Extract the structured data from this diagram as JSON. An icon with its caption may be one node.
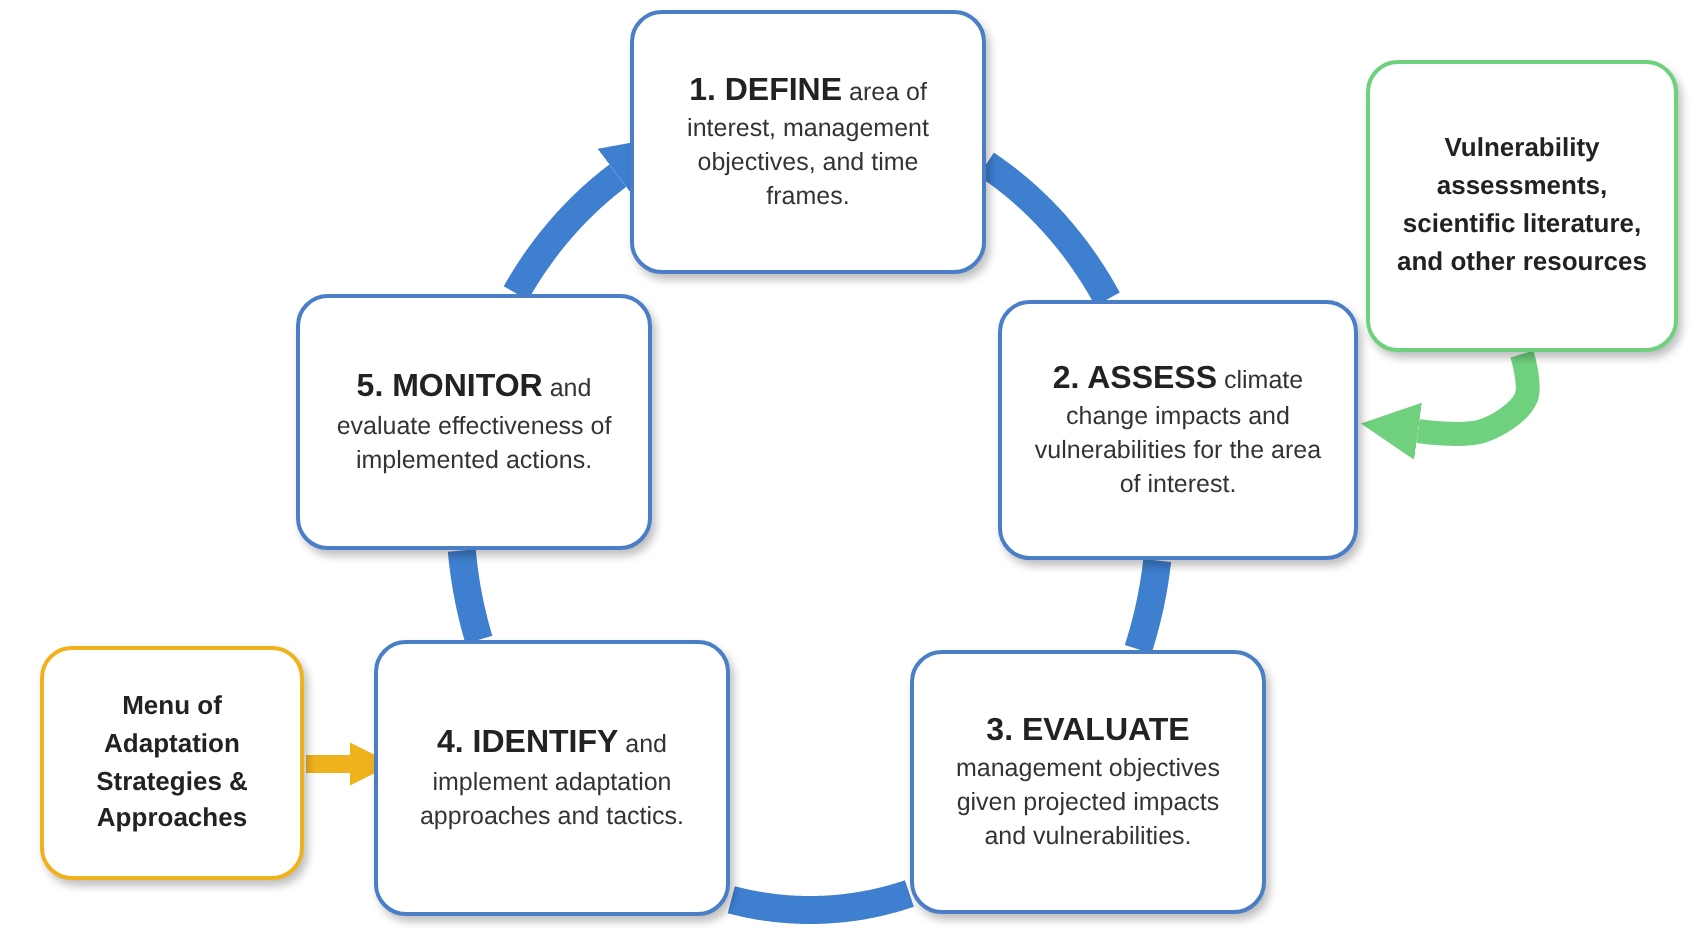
{
  "diagram": {
    "nodes": [
      {
        "text": [
          "**1. DEFINE** area of interest, management objectives, and time frames."
        ]
      },
      {
        "text": [
          "**2. ASSESS** climate change impacts and vulnerabilities for the area of interest."
        ]
      },
      {
        "text": [
          "**3. EVALUATE** management objectives given projected impacts and vulnerabilities."
        ]
      },
      {
        "text": [
          "**4. IDENTIFY** and implement adaptation approaches and tactics."
        ]
      },
      {
        "text": [
          "**5. MONITOR** and evaluate effectiveness of implemented actions."
        ]
      },
      {
        "text": [
          "Vulnerability assessments, scientific literature, and other resources"
        ]
      },
      {
        "text": [
          "Menu of Adaptation Strategies & Approaches"
        ]
      }
    ],
    "edges": [
      {
        "from": 0,
        "to": 1,
        "arrow": "none"
      },
      {
        "from": 1,
        "to": 2,
        "arrow": "none"
      },
      {
        "from": 2,
        "to": 3,
        "arrow": "none"
      },
      {
        "from": 3,
        "to": 4,
        "arrow": "none"
      },
      {
        "from": 4,
        "to": 0,
        "arrow": "to"
      },
      {
        "from": 5,
        "to": 1,
        "arrow": "to",
        "color": "#6fd17e"
      },
      {
        "from": 6,
        "to": 3,
        "arrow": "to",
        "color": "#f0b21c"
      }
    ]
  }
}
